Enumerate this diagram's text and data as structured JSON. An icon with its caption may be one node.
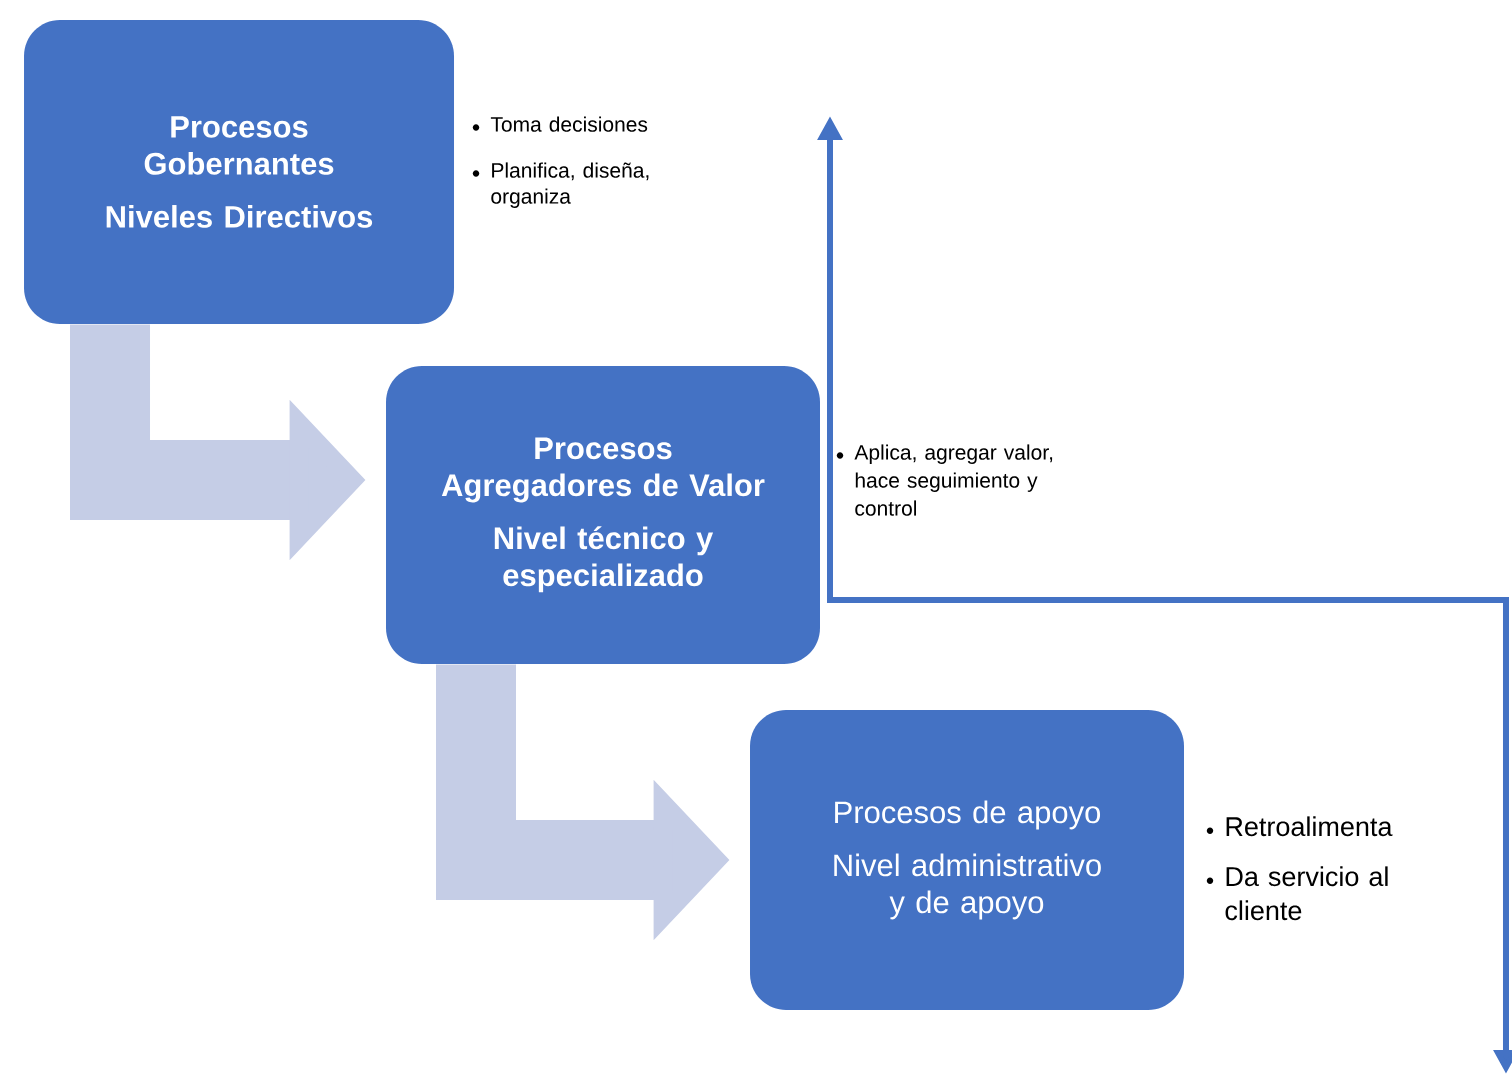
{
  "diagram": {
    "nodes": [
      {
        "text": [
          "Procesos Gobernantes",
          "Niveles Directivos"
        ],
        "beside": [
          "Toma decisiones",
          "Planifica, diseña, organiza"
        ]
      },
      {
        "text": [
          "Procesos Agregadores de Valor",
          "Nivel técnico y especializado"
        ],
        "beside": [
          "Aplica, agregar valor, hace seguimiento y control"
        ]
      },
      {
        "text": [
          "Procesos de apoyo",
          "Nivel administrativo y de apoyo"
        ],
        "beside": [
          "Retroalimenta",
          "Da servicio al cliente"
        ]
      }
    ],
    "edges": [
      {
        "from": 0,
        "to": 1,
        "arrow": "to"
      },
      {
        "from": 1,
        "to": 2,
        "arrow": "to"
      }
    ]
  }
}
